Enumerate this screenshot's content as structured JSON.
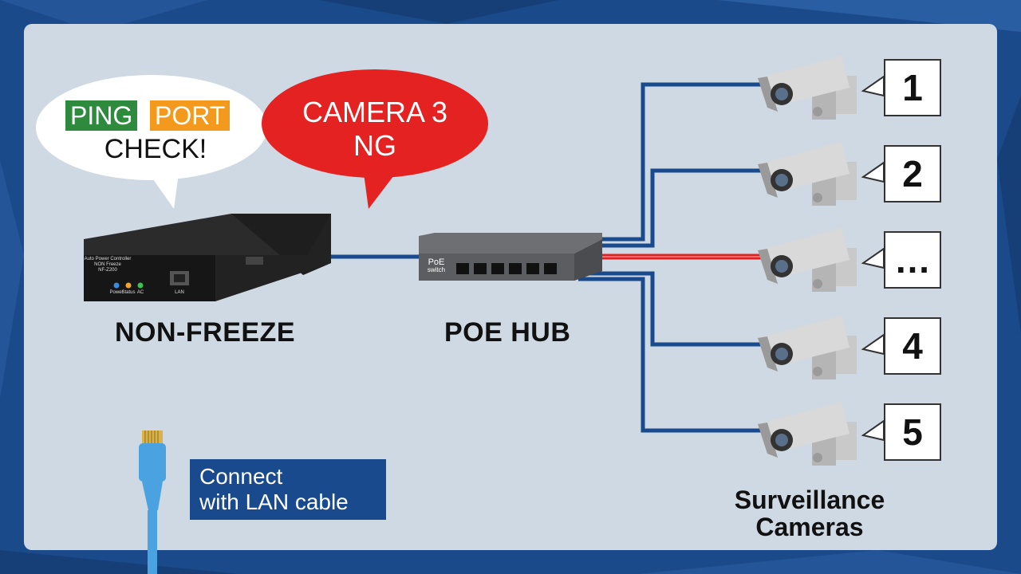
{
  "bubbles": {
    "ping_label": "PING",
    "port_label": "PORT",
    "check_label": "CHECK!",
    "camera_alert_line1": "CAMERA 3",
    "camera_alert_line2": "NG"
  },
  "devices": {
    "controller_label": "NON-FREEZE",
    "controller_front_line1": "Auto Power Controller",
    "controller_front_line2": "NON Freeze",
    "controller_front_line3": "NF-Z200",
    "led_power": "Power",
    "led_status": "Status",
    "led_ac": "AC",
    "port_lan": "LAN",
    "hub_label": "POE HUB",
    "hub_badge_line1": "PoE",
    "hub_badge_line2": "switch"
  },
  "cameras": {
    "group_label_line1": "Surveillance",
    "group_label_line2": "Cameras",
    "items": [
      {
        "number": "1",
        "status": "ok"
      },
      {
        "number": "2",
        "status": "ok"
      },
      {
        "number": "…",
        "status": "ng"
      },
      {
        "number": "4",
        "status": "ok"
      },
      {
        "number": "5",
        "status": "ok"
      }
    ]
  },
  "note": {
    "line1": "Connect",
    "line2": "with LAN cable"
  },
  "colors": {
    "background": "#1b4a8a",
    "panel": "#cfd9e3",
    "cable": "#1a4a8e",
    "fault": "#e02020",
    "ping_green": "#2e8b3e",
    "port_orange": "#f39a1e",
    "alert_red": "#e42222",
    "lan_cable": "#4aa3e0"
  }
}
